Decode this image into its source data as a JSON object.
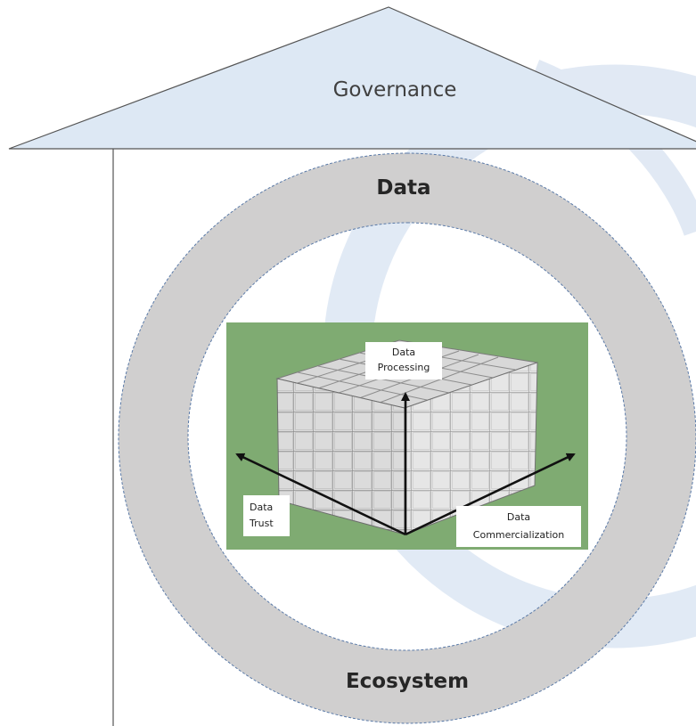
{
  "roof": {
    "label": "Governance"
  },
  "ring": {
    "top_label": "Data",
    "bottom_label": "Ecosystem"
  },
  "cube": {
    "axes": {
      "vertical": [
        "Data",
        "Processing"
      ],
      "left": [
        "Data",
        "Trust"
      ],
      "right": [
        "Data",
        "Commercialization"
      ]
    }
  },
  "colors": {
    "roof_fill": "#dde8f4",
    "ring_fill": "#d0cfcf",
    "panel_green": "#7fab72",
    "cube_face": "#e2e2e2",
    "watermark": "#c9d8ec"
  }
}
